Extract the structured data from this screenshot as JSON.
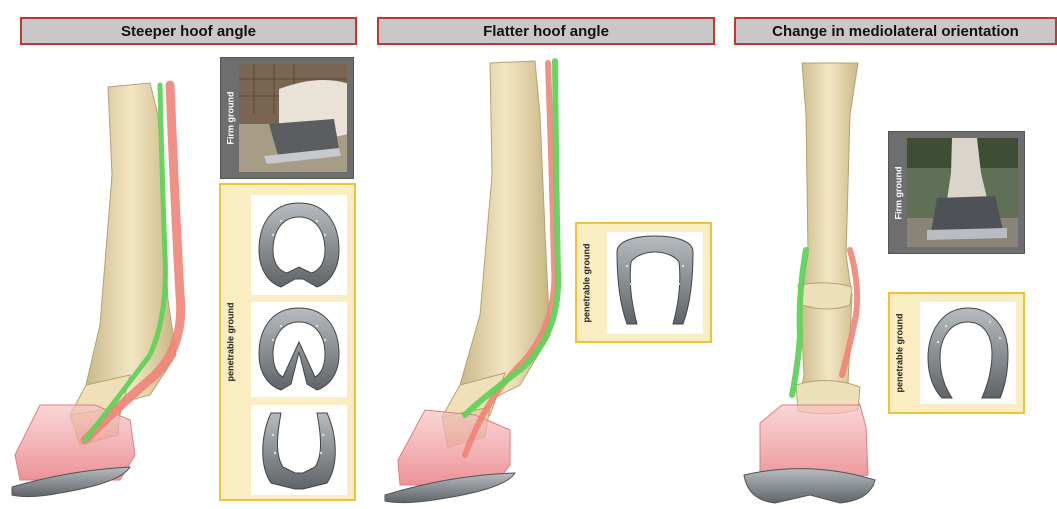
{
  "panels": [
    {
      "title": "Steeper hoof angle",
      "photo_label": "Firm ground",
      "shoe_label": "penetrable ground"
    },
    {
      "title": "Flatter hoof angle",
      "shoe_label": "penetrable ground"
    },
    {
      "title": "Change in mediolateral orientation",
      "photo_label": "Firm ground",
      "shoe_label": "penetrable ground"
    }
  ],
  "colors": {
    "title_border": "#c0392b",
    "title_fill": "#c8c8c8",
    "photo_frame": "#6e6e6e",
    "shoe_frame": "#f2c13a",
    "shoe_fill": "#fbedc2",
    "green_tendon": "#5fd35a",
    "red_tendon": "#ef8478",
    "bone": "#e9d9b0",
    "hoof": "#f1a3a6",
    "shoe": "#8a8f93"
  }
}
